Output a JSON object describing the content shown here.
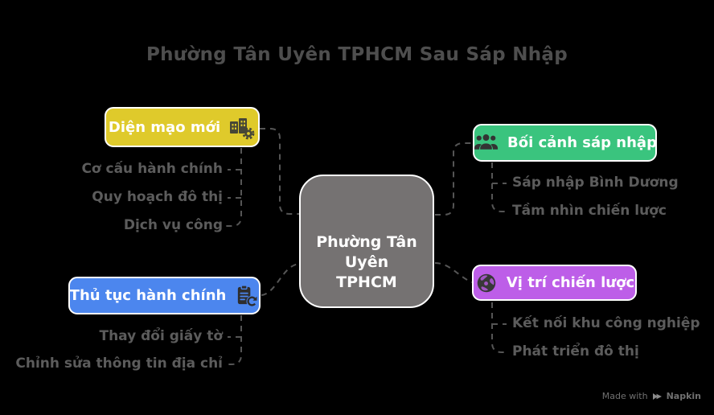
{
  "title": "Phường Tân Uyên TPHCM Sau Sáp Nhập",
  "center_node": {
    "lines": [
      "Phường Tân",
      "Uyên",
      "TPHCM"
    ],
    "color": "#757272"
  },
  "branches": [
    {
      "label": "Diện mạo mới",
      "color": "#dfca2b",
      "icon": "buildings-gear-icon",
      "items": [
        "Cơ cấu hành chính",
        "Quy hoạch đô thị",
        "Dịch vụ công"
      ]
    },
    {
      "label": "Bối cảnh sáp nhập",
      "color": "#3ac47e",
      "icon": "people-group-icon",
      "items": [
        "Sáp nhập Bình Dương",
        "Tầm nhìn chiến lược"
      ]
    },
    {
      "label": "Thủ tục hành chính",
      "color": "#4c86ee",
      "icon": "clipboard-sync-icon",
      "items": [
        "Thay đổi giấy tờ",
        "Chỉnh sửa thông tin địa chỉ"
      ]
    },
    {
      "label": "Vị trí chiến lược",
      "color": "#bd5ee8",
      "icon": "globe-icon",
      "items": [
        "Kết nối khu công nghiệp",
        "Phát triển đô thị"
      ]
    }
  ],
  "watermark": {
    "prefix": "Made with",
    "brand": "Napkin"
  },
  "colors": {
    "background": "#000000",
    "connector": "#555555",
    "title_text": "#4e4e4e",
    "item_text": "#5c5c5c",
    "node_text": "#ffffff"
  }
}
